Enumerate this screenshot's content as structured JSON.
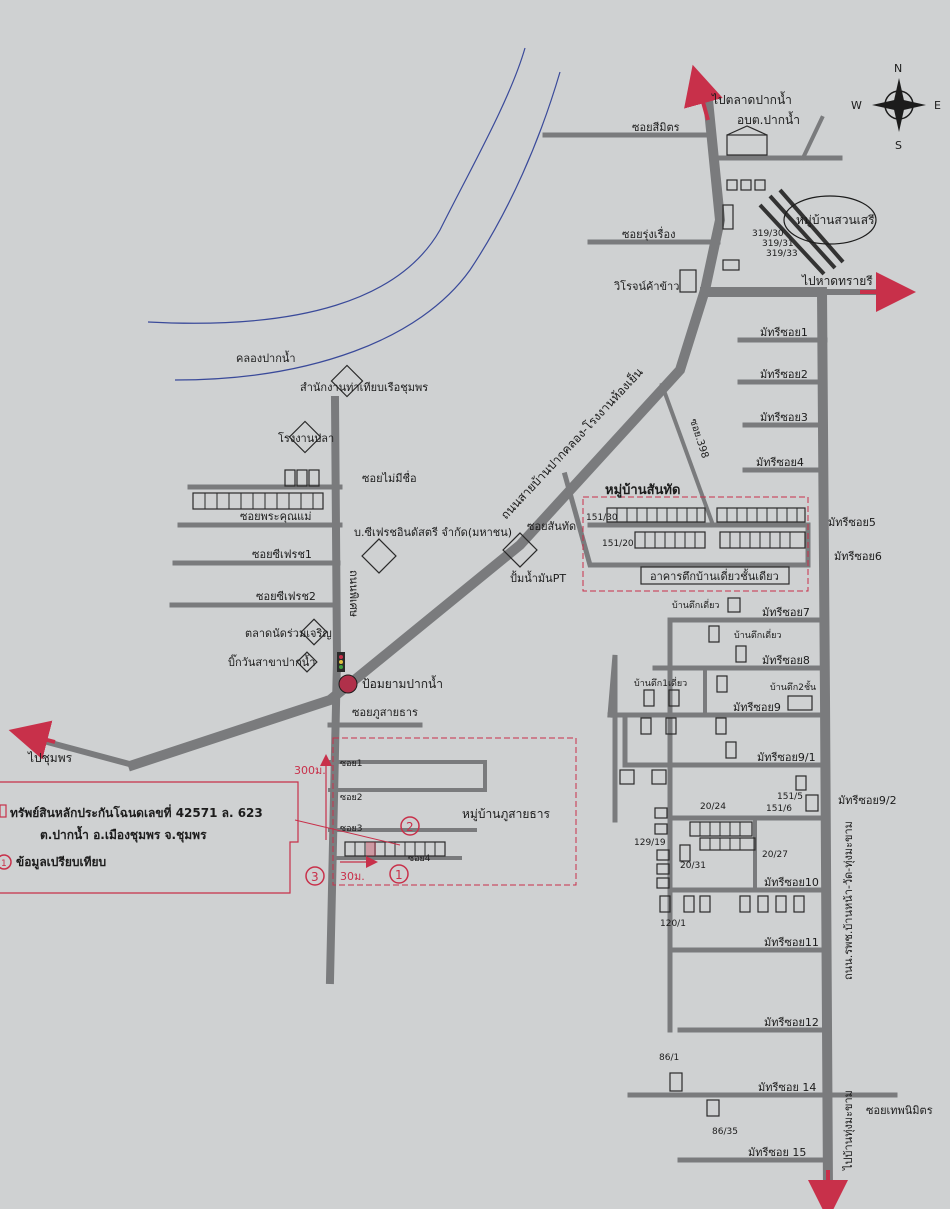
{
  "compass": {
    "n": "N",
    "s": "S",
    "e": "E",
    "w": "W"
  },
  "directions": {
    "to_paknam_market": "ไปตลาดปากน้ำ",
    "to_sai_ri_beach": "ไปหาดทรายรี",
    "to_chumphon": "ไปชุมพร",
    "to_ban_thung_maha": "ไปบ้านทุ่งมะขาม"
  },
  "water": {
    "canal": "คลองปากน้ำ"
  },
  "roads": {
    "main_diagonal": "ถนนสายบ้านปากคลอง-โรงงานห้องเย็น",
    "east_road": "ถนน.รพช.บ้านหน้า-วัด-ทุ่งมะขาม",
    "phiset": "ถนนพิเศษ",
    "soi_398": "ซอย.398"
  },
  "sois_west": [
    "ซอยไม่มีชื่อ",
    "ซอยพระคุณแม่",
    "ซอยซีเฟรช1",
    "ซอยซีเฟรช2",
    "ซอยภูสายธาร"
  ],
  "sois_north": [
    "ซอยสีมิตร",
    "ซอยรุ่งเรื่อง",
    "ซอยสันทัด"
  ],
  "sois_east": [
    "มัทรีซอย1",
    "มัทรีซอย2",
    "มัทรีซอย3",
    "มัทรีซอย4",
    "มัทรีซอย5",
    "มัทรีซอย6",
    "มัทรีซอย7",
    "มัทรีซอย8",
    "มัทรีซอย9",
    "มัทรีซอย9/1",
    "มัทรีซอย9/2",
    "มัทรีซอย10",
    "มัทรีซอย11",
    "มัทรีซอย12",
    "มัทรีซอย 14",
    "มัทรีซอย 15"
  ],
  "soi_east_other": "ซอยเทพนิมิตร",
  "places": {
    "tambon_office": "อบต.ปากน้ำ",
    "suan_sri_village": "หมู่บ้านสวนเสรี",
    "rice_shop": "วิโรจน์ค้าข้าว",
    "harbor_office": "สำนักงานท่าเทียบเรือชุมพร",
    "fish_factory": "โรงงานปลา",
    "seafresh_company": "บ.ซีเฟรชอินดัสตรี จำกัด(มหาชน)",
    "pt_station": "ปั้มน้ำมันPT",
    "santad_village": "หมู่บ้านสันทัด",
    "santad_building": "อาคารตึกบ้านเดี่ยวชั้นเดียว",
    "market": "ตลาดนัดร่วมเจริญ",
    "big_c": "บิ๊กวันสาขาปากน้ำ",
    "police": "ป้อมยามปากน้ำ",
    "phu_sai_than_village": "หมู่บ้านภูสายธาร",
    "single_house_1": "บ้านตึกเดี่ยว",
    "single_house_2": "บ้านตึกเดี่ยว",
    "single_house_3": "บ้านตึก1เดี่ยว",
    "two_storey": "บ้านตึก2ชั้น"
  },
  "inner_sois": [
    "ซอย1",
    "ซอย2",
    "ซอย3",
    "ซอย4"
  ],
  "distances": {
    "d300": "300ม.",
    "d30": "30ม."
  },
  "house_numbers": [
    "319/30",
    "319/31",
    "319/33",
    "151/30",
    "151/20",
    "20/24",
    "151/5",
    "151/6",
    "129/19",
    "20/31",
    "20/27",
    "120/1",
    "86/1",
    "86/35"
  ],
  "legend": {
    "collateral_line1": "ทรัพย์สินหลักประกันโฉนดเลขที่  42571  ล. 623",
    "collateral_line2": "ต.ปากน้ำ อ.เมืองชุมพร จ.ชุมพร",
    "comparison": "ข้อมูลเปรียบเทียบ",
    "comparison_num": "1"
  },
  "markers": [
    "1",
    "2",
    "3"
  ],
  "colors": {
    "accent_red": "#c8304a",
    "road_gray": "#7a7b7d",
    "water_blue": "#3a4a9a"
  }
}
